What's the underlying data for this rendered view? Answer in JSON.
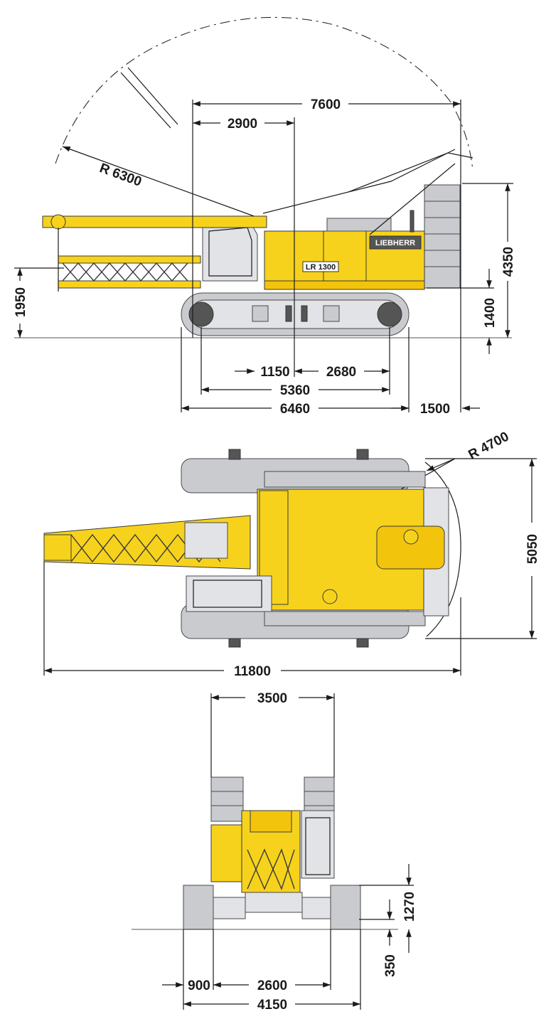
{
  "brand": {
    "logo_text": "LIEBHERR",
    "model_text": "LR 1300"
  },
  "side_view": {
    "radius_label": "R 6300",
    "dims": {
      "overall_upper": "7600",
      "boom_pivot_offset": "2900",
      "counterweight_height": "4350",
      "boom_pivot_height": "1950",
      "ground_clearance_upper": "1400",
      "track_front": "1150",
      "track_rear": "2680",
      "track_center": "5360",
      "track_length": "6460",
      "tail_overhang": "1500"
    }
  },
  "top_view": {
    "radius_label": "R 4700",
    "dims": {
      "overall_width": "5050",
      "overall_length": "11800"
    }
  },
  "front_view": {
    "dims": {
      "upper_width": "3500",
      "superstructure_height": "1270",
      "ground_clearance": "350",
      "track_width": "900",
      "track_gauge": "2600",
      "overall_width": "4150"
    }
  },
  "colors": {
    "machine_yellow": "#f6d21c",
    "track_grey": "#c9cbcf",
    "line": "#1a1a1a"
  }
}
